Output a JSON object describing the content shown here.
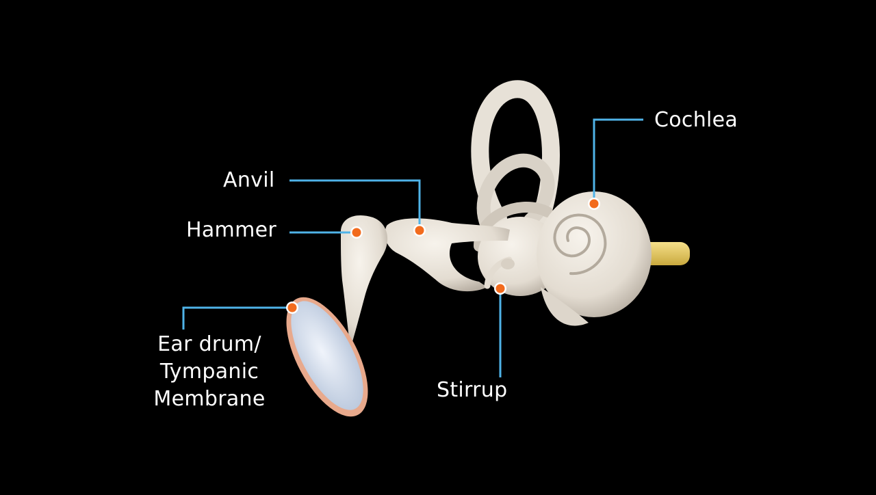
{
  "labels": {
    "cochlea": "Cochlea",
    "anvil": "Anvil",
    "hammer": "Hammer",
    "stirrup": "Stirrup",
    "eardrum": [
      "Ear drum/",
      "Tympanic",
      "Membrane"
    ]
  },
  "colors": {
    "background": "#000000",
    "leader_line": "#4fb3e8",
    "marker": "#f26b1d",
    "bone": "#ebe5dc",
    "bone_shadow": "#bdb5aa",
    "nerve": "#ecd16a",
    "membrane": "#d9e4f2",
    "membrane_rim": "#e8a98c",
    "text": "#ffffff"
  }
}
